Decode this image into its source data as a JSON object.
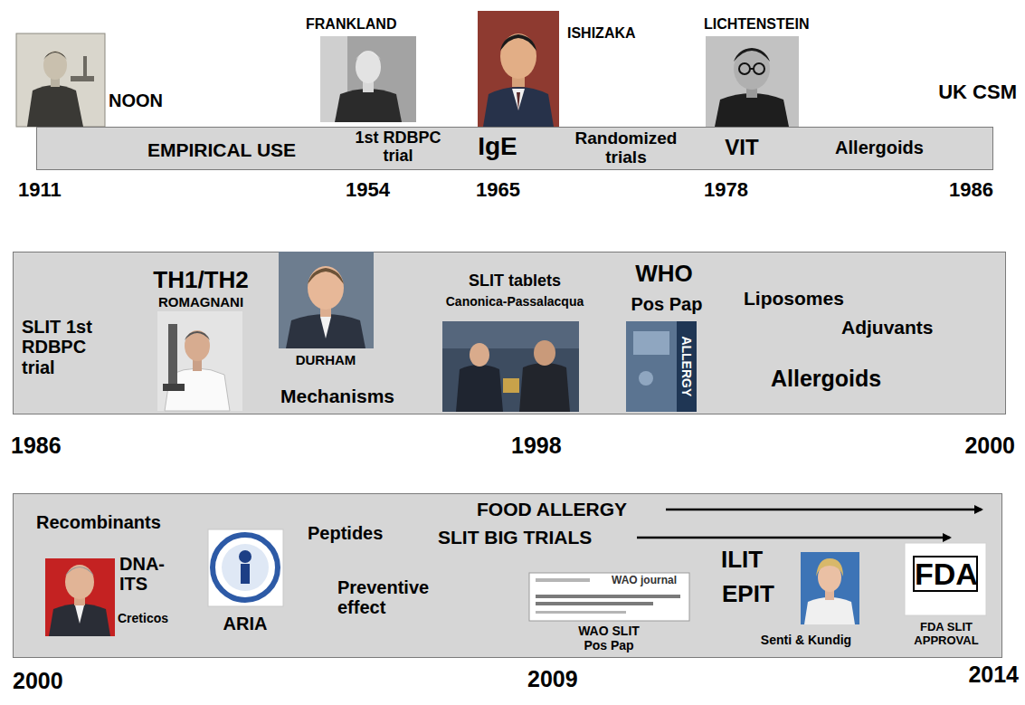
{
  "diagram": {
    "nodes": [
      {
        "text": [
          "EMPIRICAL USE",
          "1st RDBPC trial",
          "IgE",
          "Randomized trials",
          "VIT",
          "Allergoids"
        ]
      },
      {
        "text": [
          "SLIT 1st RDBPC trial",
          "TH1/TH2",
          "ROMAGNANI",
          "DURHAM",
          "Mechanisms",
          "SLIT tablets",
          "Canonica-Passalacqua",
          "WHO",
          "Pos Pap",
          "Liposomes",
          "Adjuvants",
          "Allergoids"
        ]
      },
      {
        "text": [
          "Recombinants",
          "DNA- ITS",
          "Creticos",
          "ARIA",
          "Peptides",
          "Preventive effect",
          "FOOD ALLERGY",
          "SLIT BIG TRIALS",
          "WAO SLIT Pos Pap",
          "ILIT",
          "EPIT",
          "Senti & Kundig",
          "FDA SLIT APPROVAL"
        ]
      }
    ],
    "labels": [
      "NOON",
      "FRANKLAND",
      "ISHIZAKA",
      "LICHTENSTEIN",
      "UK CSM",
      "1911",
      "1954",
      "1965",
      "1978",
      "1986",
      "1986",
      "1998",
      "2000",
      "ALLERGY",
      "2000",
      "2009",
      "2014",
      "WAO journal",
      "FDA"
    ]
  }
}
